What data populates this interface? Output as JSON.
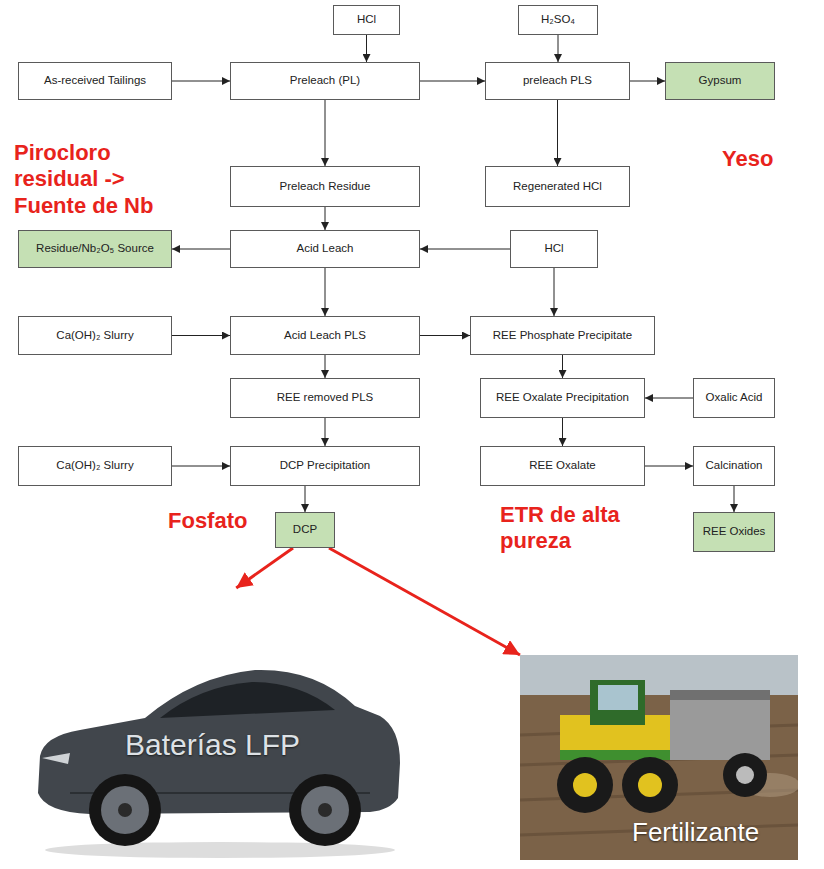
{
  "diagram": {
    "nodes": [
      {
        "text": [
          "HCl"
        ]
      },
      {
        "text": [
          "H₂SO₄"
        ]
      },
      {
        "text": [
          "As-received Tailings"
        ]
      },
      {
        "text": [
          "Preleach (PL)"
        ]
      },
      {
        "text": [
          "preleach PLS"
        ]
      },
      {
        "text": [
          "Gypsum"
        ]
      },
      {
        "text": [
          "Preleach Residue"
        ]
      },
      {
        "text": [
          "Regenerated HCl"
        ]
      },
      {
        "text": [
          "Residue/Nb₂O₅ Source"
        ]
      },
      {
        "text": [
          "Acid Leach"
        ]
      },
      {
        "text": [
          "HCl"
        ]
      },
      {
        "text": [
          "Ca(OH)₂ Slurry"
        ]
      },
      {
        "text": [
          "Acid Leach PLS"
        ]
      },
      {
        "text": [
          "REE Phosphate Precipitate"
        ]
      },
      {
        "text": [
          "REE removed PLS"
        ]
      },
      {
        "text": [
          "REE Oxalate Precipitation"
        ]
      },
      {
        "text": [
          "Oxalic Acid"
        ]
      },
      {
        "text": [
          "Ca(OH)₂ Slurry"
        ]
      },
      {
        "text": [
          "DCP Precipitation"
        ]
      },
      {
        "text": [
          "REE Oxalate"
        ]
      },
      {
        "text": [
          "Calcination"
        ]
      },
      {
        "text": [
          "DCP"
        ]
      },
      {
        "text": [
          "REE Oxides"
        ]
      },
      {
        "text": [
          "Baterías LFP"
        ]
      },
      {
        "text": [
          "Fertilizante"
        ]
      }
    ],
    "edges": [
      {
        "from": 0,
        "to": 3,
        "arrow": "to"
      },
      {
        "from": 2,
        "to": 3,
        "arrow": "to"
      },
      {
        "from": 3,
        "to": 4,
        "arrow": "to"
      },
      {
        "from": 1,
        "to": 4,
        "arrow": "to"
      },
      {
        "from": 4,
        "to": 5,
        "arrow": "to"
      },
      {
        "from": 4,
        "to": 7,
        "arrow": "to"
      },
      {
        "from": 3,
        "to": 6,
        "arrow": "to"
      },
      {
        "from": 6,
        "to": 9,
        "arrow": "to"
      },
      {
        "from": 9,
        "to": 8,
        "arrow": "to"
      },
      {
        "from": 10,
        "to": 9,
        "arrow": "to"
      },
      {
        "from": 9,
        "to": 12,
        "arrow": "to"
      },
      {
        "from": 11,
        "to": 12,
        "arrow": "to"
      },
      {
        "from": 12,
        "to": 13,
        "arrow": "to"
      },
      {
        "from": 10,
        "to": 13,
        "arrow": "to"
      },
      {
        "from": 12,
        "to": 14,
        "arrow": "to"
      },
      {
        "from": 13,
        "to": 15,
        "arrow": "to"
      },
      {
        "from": 16,
        "to": 15,
        "arrow": "to"
      },
      {
        "from": 15,
        "to": 19,
        "arrow": "to"
      },
      {
        "from": 14,
        "to": 18,
        "arrow": "to"
      },
      {
        "from": 17,
        "to": 18,
        "arrow": "to"
      },
      {
        "from": 18,
        "to": 21,
        "arrow": "to"
      },
      {
        "from": 19,
        "to": 20,
        "arrow": "to"
      },
      {
        "from": 20,
        "to": 22,
        "arrow": "to"
      },
      {
        "from": 21,
        "to": 23,
        "arrow": "to"
      },
      {
        "from": 21,
        "to": 24,
        "arrow": "to"
      }
    ],
    "labels": [
      "Pirocloro residual -> Fuente de Nb",
      "Yeso",
      "Fosfato",
      "ETR de alta pureza"
    ]
  }
}
